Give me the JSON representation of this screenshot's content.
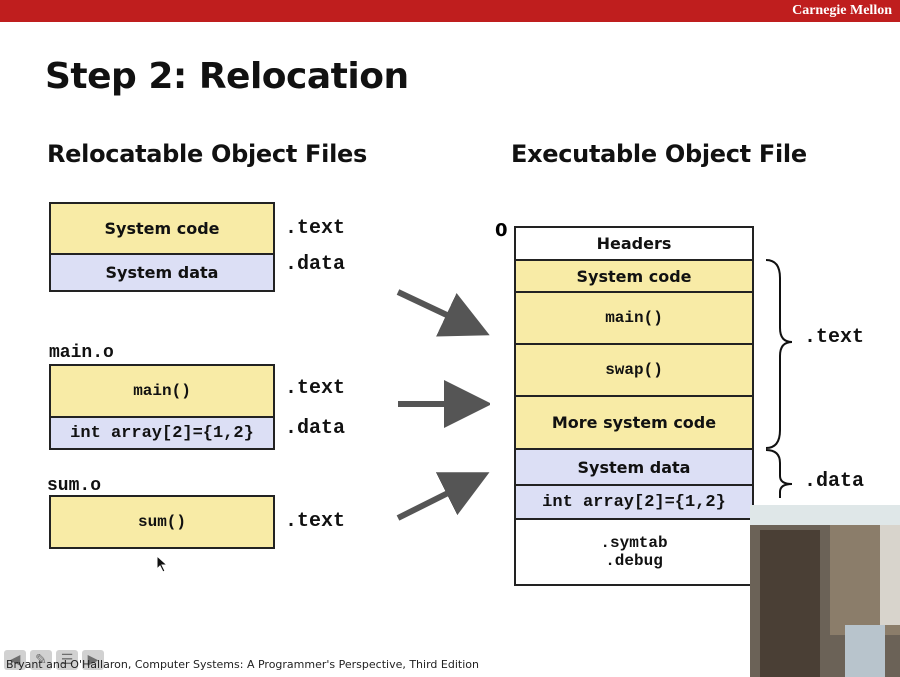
{
  "header": {
    "brand": "Carnegie Mellon"
  },
  "slide": {
    "title": "Step 2: Relocation",
    "left_heading": "Relocatable Object Files",
    "right_heading": "Executable Object File"
  },
  "left": {
    "system": {
      "code": "System code",
      "data": "System data",
      "text_label": ".text",
      "data_label": ".data"
    },
    "main": {
      "file": "main.o",
      "code": "main()",
      "data": "int array[2]={1,2}",
      "text_label": ".text",
      "data_label": ".data"
    },
    "sum": {
      "file": "sum.o",
      "code": "sum()",
      "text_label": ".text"
    }
  },
  "right": {
    "zero": "0",
    "headers": "Headers",
    "system_code": "System code",
    "main": "main()",
    "swap": "swap()",
    "more_code": "More system code",
    "system_data": "System data",
    "array": "int array[2]={1,2}",
    "symtab": ".symtab",
    "debug": ".debug",
    "text_brace_label": ".text",
    "data_brace_label": ".data"
  },
  "footer": {
    "citation": "Bryant and O'Hallaron, Computer Systems: A Programmer's Perspective, Third Edition"
  },
  "colors": {
    "bar": "#bf1e1e",
    "code_fill": "#f8eba6",
    "data_fill": "#dcdff5",
    "arrow": "#555555"
  }
}
